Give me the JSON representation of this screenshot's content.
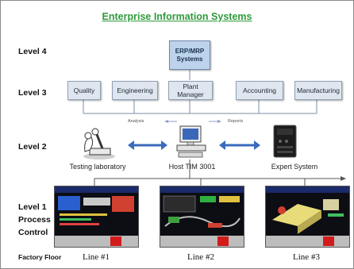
{
  "title": "Enterprise Information Systems",
  "levels": {
    "level4": "Level 4",
    "level3": "Level 3",
    "level2": "Level 2",
    "level1": "Level 1",
    "process": "Process",
    "control": "Control",
    "factory_floor": "Factory Floor"
  },
  "erp": {
    "line1": "ERP/MRP",
    "line2": "Systems"
  },
  "level3_boxes": [
    "Quality",
    "Engineering",
    "Plant Manager",
    "Accounting",
    "Manufacturing"
  ],
  "bus_labels": {
    "analysis": "Analysis",
    "reports": "Reports"
  },
  "level2_nodes": {
    "testing": "Testing laboratory",
    "host": "Host TIM 3001",
    "expert": "Expert System"
  },
  "lines": [
    "Line #1",
    "Line #2",
    "Line #3"
  ],
  "colors": {
    "title": "#2e9b3a",
    "arrow": "#3a6bbd",
    "box_fill": "#dfe6ef",
    "erp_fill": "#bdd3ec"
  }
}
